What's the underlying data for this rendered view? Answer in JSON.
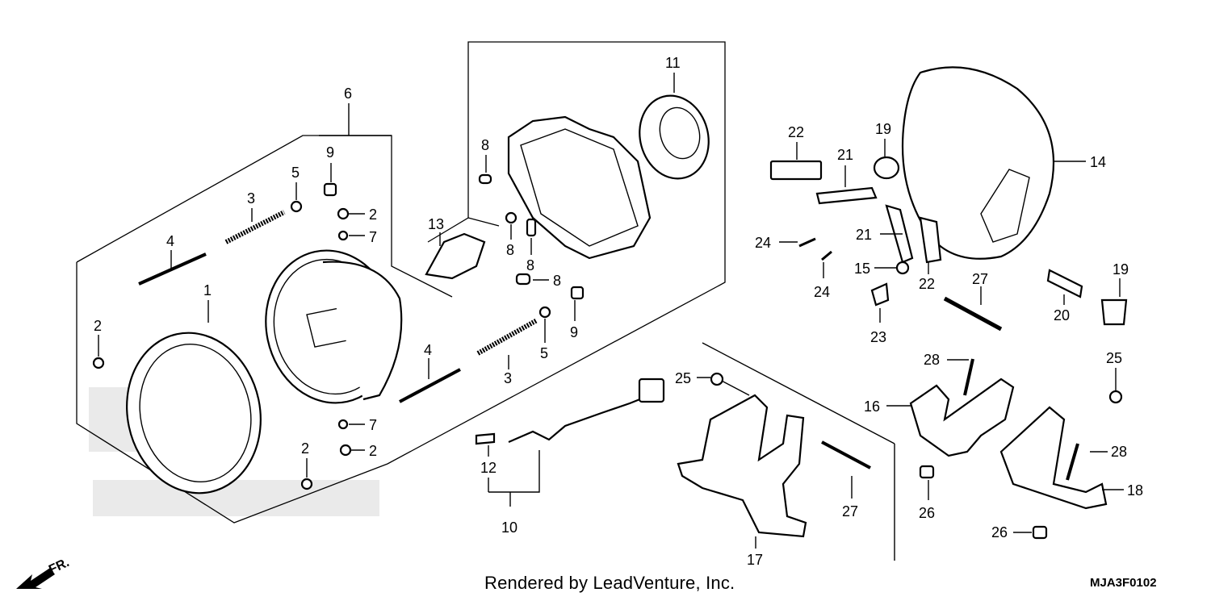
{
  "labels": {
    "l1": "1",
    "l2a": "2",
    "l2b": "2",
    "l2c": "2",
    "l2d": "2",
    "l3a": "3",
    "l3b": "3",
    "l4a": "4",
    "l4b": "4",
    "l5a": "5",
    "l5b": "5",
    "l6": "6",
    "l7a": "7",
    "l7b": "7",
    "l8a": "8",
    "l8b": "8",
    "l8c": "8",
    "l8d": "8",
    "l9a": "9",
    "l9b": "9",
    "l10": "10",
    "l11": "11",
    "l12": "12",
    "l13": "13",
    "l14": "14",
    "l15": "15",
    "l16": "16",
    "l17": "17",
    "l18": "18",
    "l19a": "19",
    "l19b": "19",
    "l20": "20",
    "l21a": "21",
    "l21b": "21",
    "l22a": "22",
    "l22b": "22",
    "l23": "23",
    "l24a": "24",
    "l24b": "24",
    "l25a": "25",
    "l25b": "25",
    "l26a": "26",
    "l26b": "26",
    "l27a": "27",
    "l27b": "27",
    "l28a": "28",
    "l28b": "28"
  },
  "direction_label": "FR.",
  "credit": "Rendered by LeadVenture, Inc.",
  "diagram_code": "MJA3F0102"
}
